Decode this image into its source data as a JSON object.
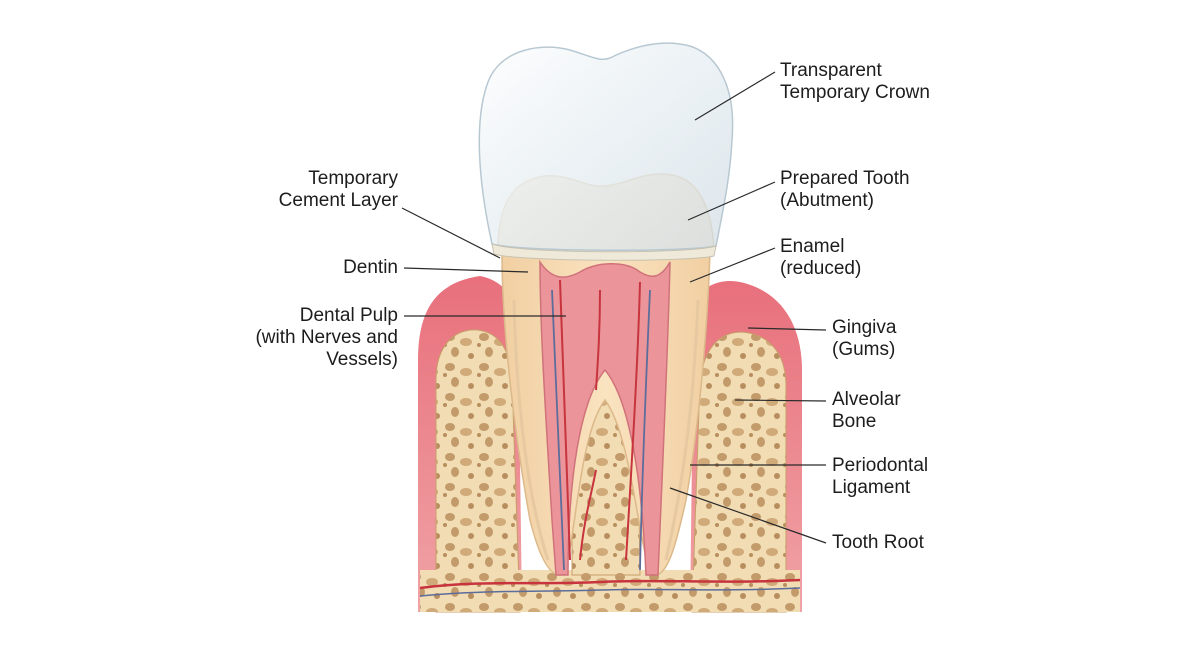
{
  "labels": {
    "crown": [
      "Transparent",
      "Temporary Crown"
    ],
    "prepared": [
      "Prepared Tooth",
      "(Abutment)"
    ],
    "enamel": [
      "Enamel",
      "(reduced)"
    ],
    "gingiva": [
      "Gingiva",
      "(Gums)"
    ],
    "bone": [
      "Alveolar",
      "Bone"
    ],
    "ligament": [
      "Periodontal",
      "Ligament"
    ],
    "root": [
      "Tooth Root"
    ],
    "cement": [
      "Temporary",
      "Cement Layer"
    ],
    "dentin": [
      "Dentin"
    ],
    "pulp": [
      "Dental Pulp",
      "(with Nerves and",
      "Vessels)"
    ]
  },
  "colors": {
    "gum": "#e8808a",
    "gum_light": "#f6c3c3",
    "bone": "#f1dcb3",
    "bone_pore": "#c39b6a",
    "dentin": "#f7dcb4",
    "enamel": "#fbf0da",
    "pulp": "#e9858c",
    "vessel_red": "#c8343e",
    "vessel_blue": "#5c6d9c",
    "crown": "#e4ecf1"
  }
}
